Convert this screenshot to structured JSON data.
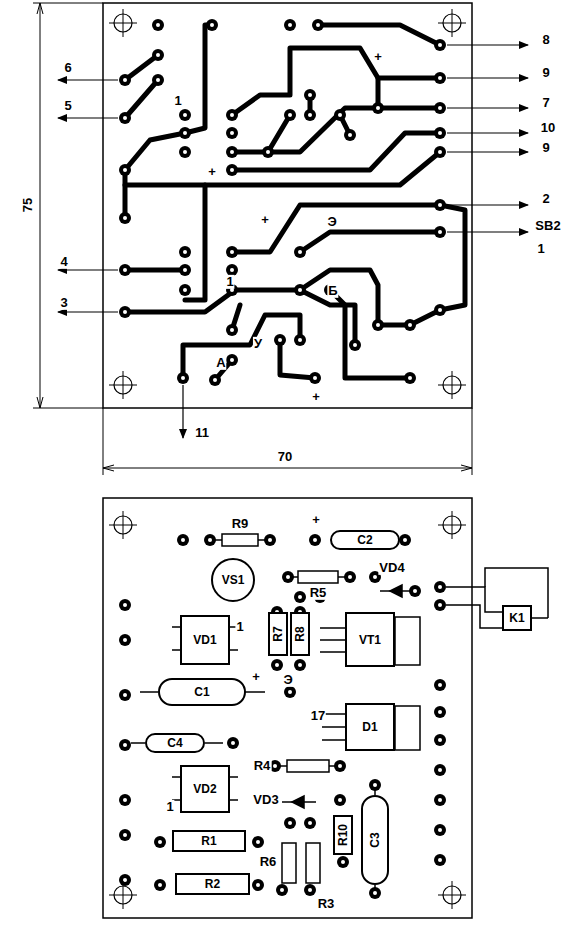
{
  "diagram": {
    "nodes": [
      {
        "text": [
          "C2"
        ]
      },
      {
        "text": [
          "VS1"
        ]
      },
      {
        "text": [
          "K1"
        ]
      },
      {
        "text": [
          "VD1"
        ]
      },
      {
        "text": [
          "R7"
        ]
      },
      {
        "text": [
          "R8"
        ]
      },
      {
        "text": [
          "VT1"
        ]
      },
      {
        "text": [
          "C1"
        ]
      },
      {
        "text": [
          "D1"
        ]
      },
      {
        "text": [
          "C4"
        ]
      },
      {
        "text": [
          "VD2"
        ]
      },
      {
        "text": [
          "R10"
        ]
      },
      {
        "text": [
          "C3"
        ]
      },
      {
        "text": [
          "R1"
        ]
      },
      {
        "text": [
          "R2"
        ]
      }
    ],
    "labels": [
      "75",
      "70",
      "6",
      "5",
      "1",
      "+",
      "8",
      "9",
      "7",
      "10",
      "9",
      "+",
      "+",
      "2",
      "SB2",
      "1",
      "4",
      "3",
      "1",
      "Э",
      "Б",
      "У",
      "А",
      "+",
      "11",
      "R9",
      "+",
      "R5",
      "VD4",
      "1",
      "Э",
      "+",
      "17",
      "R4",
      "1",
      "VD3",
      "R6",
      "R3"
    ]
  }
}
